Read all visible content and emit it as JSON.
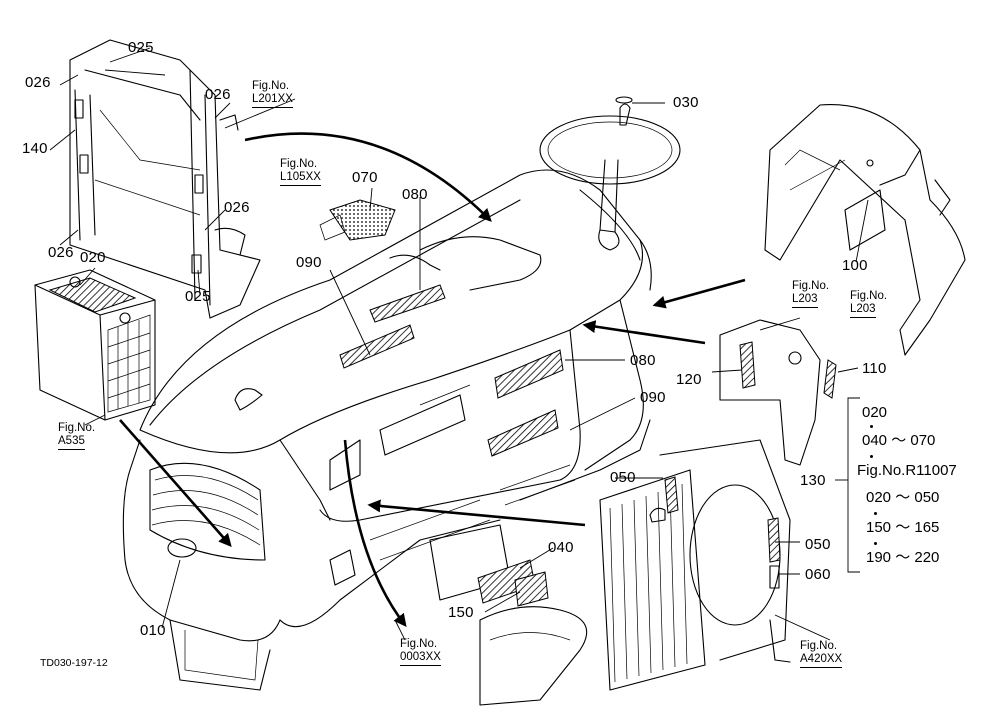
{
  "callouts": [
    "025",
    "026",
    "026",
    "026",
    "026",
    "025",
    "140",
    "026",
    "020",
    "030",
    "070",
    "080",
    "090",
    "080",
    "090",
    "100",
    "110",
    "120",
    "130",
    "050",
    "050",
    "060",
    "040",
    "150",
    "010"
  ],
  "figure_refs": [
    {
      "line1": "Fig.No.",
      "line2": "L201XX"
    },
    {
      "line1": "Fig.No.",
      "line2": "L105XX"
    },
    {
      "line1": "Fig.No.",
      "line2": "L203"
    },
    {
      "line1": "Fig.No.",
      "line2": "L203"
    },
    {
      "line1": "Fig.No.",
      "line2": "A535"
    },
    {
      "line1": "Fig.No.",
      "line2": "0003XX"
    },
    {
      "line1": "Fig.No.",
      "line2": "A420XX"
    }
  ],
  "bracket_notes": {
    "lines": [
      "020",
      "040 ～ 070",
      "Fig.No.R11007",
      "020 ～ 050",
      "150 ～ 165",
      "190 ～ 220"
    ]
  },
  "drawing_code": "TD030-197-12"
}
